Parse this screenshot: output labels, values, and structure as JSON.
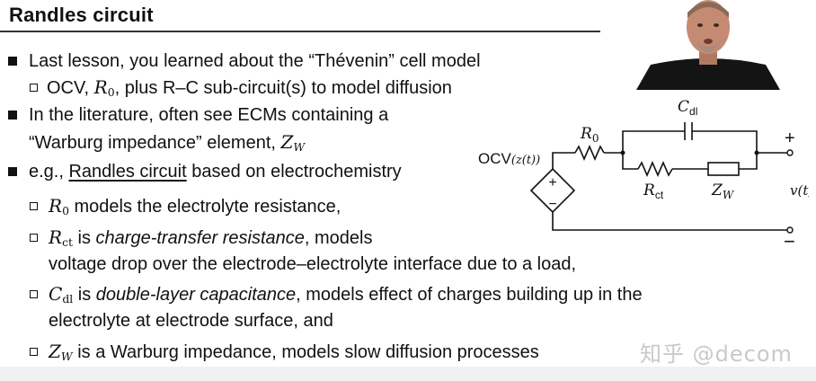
{
  "slide": {
    "title": "Randles circuit",
    "bullets": [
      {
        "text": "Last lesson, you learned about the “Thévenin” cell model"
      },
      {
        "pre": "In the literature, often see ECMs containing a",
        "line2": "“Warburg impedance” element, "
      },
      {
        "pre": "e.g., ",
        "link": "Randles circuit",
        "post": " based on electrochemistry"
      }
    ],
    "sub_items": [
      {
        "pre": "OCV, ",
        "mid": ", plus R–C sub-circuit(s) to model diffusion"
      },
      {
        "post": " models the electrolyte resistance,"
      },
      {
        "pre": " is ",
        "em": "charge-transfer resistance",
        "post": ", models",
        "line2": "voltage drop over the electrode–electrolyte interface due to a load,"
      },
      {
        "pre": " is ",
        "em": "double-layer capacitance",
        "post": ", models effect of charges building up in the",
        "line2": "electrolyte at electrode surface, and"
      },
      {
        "post": " is a Warburg impedance, models slow diffusion processes"
      }
    ],
    "symbols": {
      "R": "R",
      "R0_sub": "0",
      "ct_sub": "ct",
      "C": "C",
      "dl_sub": "dl",
      "Z": "Z",
      "W_sub": "W"
    }
  },
  "circuit": {
    "ocv_label": "OCV",
    "ocv_arg": "(z(t))",
    "r0_label": "R",
    "r0_sub": "0",
    "cdl_label": "C",
    "cdl_sub": "dl",
    "rct_label": "R",
    "rct_sub": "ct",
    "zw_label": "Z",
    "zw_sub": "W",
    "plus": "+",
    "minus": "−",
    "source_plus": "+",
    "source_minus": "−",
    "vt_label": "v(t)"
  },
  "watermark": "知乎 @decom",
  "colors": {
    "text": "#111111",
    "rule": "#333333",
    "watermark": "#c9c9c9"
  }
}
